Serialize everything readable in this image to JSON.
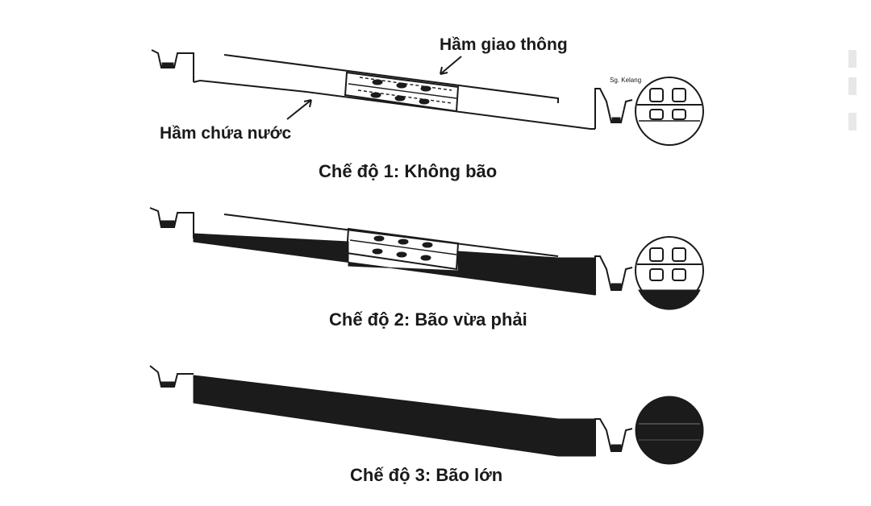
{
  "labels": {
    "traffic_tunnel": "Hầm giao thông",
    "water_tunnel": "Hầm chứa nước",
    "river_name": "Sg. Kelang"
  },
  "modes": [
    {
      "caption": "Chế độ 1: Không bão"
    },
    {
      "caption": "Chế độ 2: Bão vừa phải"
    },
    {
      "caption": "Chế độ 3: Bão lớn"
    }
  ],
  "colors": {
    "ink": "#1a1a1a",
    "water": "#1b1b1b",
    "background": "#ffffff"
  }
}
